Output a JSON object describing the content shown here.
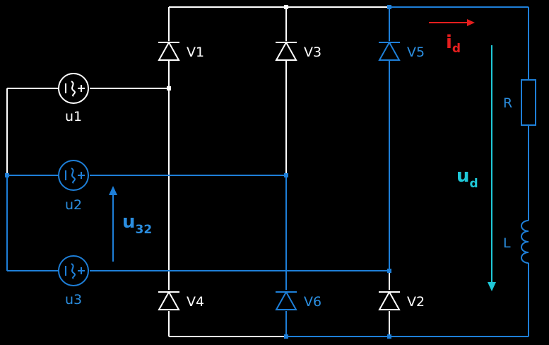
{
  "colors": {
    "background": "#000000",
    "wire_inactive": "#ffffff",
    "wire_active": "#1e7fd8",
    "current_arrow": "#e41e1e",
    "voltage_arrow": "#1fc8d8",
    "label_active": "#2b8ee0"
  },
  "labels": {
    "v1": "V1",
    "v3": "V3",
    "v5": "V5",
    "v4": "V4",
    "v6": "V6",
    "v2": "V2",
    "u1": "u1",
    "u2": "u2",
    "u3": "u3",
    "r": "R",
    "l": "L",
    "id_main": "i",
    "id_sub": "d",
    "ud_main": "u",
    "ud_sub": "d",
    "u32_main": "u",
    "u32_sub": "32"
  },
  "icons": {
    "source": "ac-source-icon",
    "diode": "diode-icon",
    "resistor": "resistor-icon",
    "inductor": "inductor-icon"
  }
}
